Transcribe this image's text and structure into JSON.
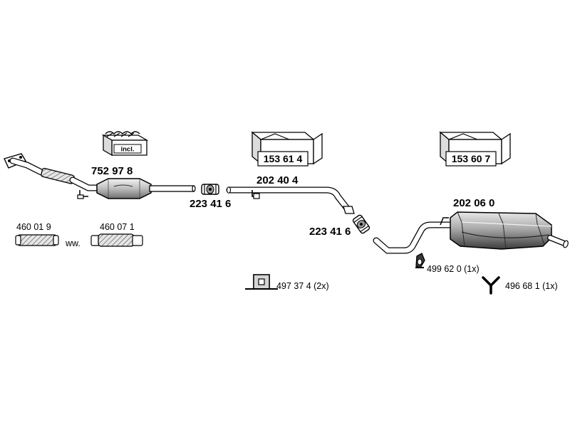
{
  "parts": {
    "catalyst_kit_box_label": "incl.",
    "catalyst": "752 97 8",
    "kit_box_1": "153 61 4",
    "kit_box_2": "153 60 7",
    "clamp_1": "223 41 6",
    "clamp_2": "223 41 6",
    "middle_pipe": "202 40 4",
    "rear_silencer": "202 06 0",
    "flex_pipe_1": "460 01 9",
    "flex_pipe_2": "460 07 1",
    "flex_pipe_alternative": "ww.",
    "mounting_bracket": "497 37 4 (2x)",
    "rubber_mount": "499 62 0  (1x)",
    "hanger_clip": "496 68 1 (1x)"
  },
  "colors": {
    "line": "#000000",
    "pipe_fill": "#ffffff",
    "shade_light": "#d8d8d8",
    "shade_mid": "#b0b0b0",
    "shade_dark": "#555555"
  }
}
